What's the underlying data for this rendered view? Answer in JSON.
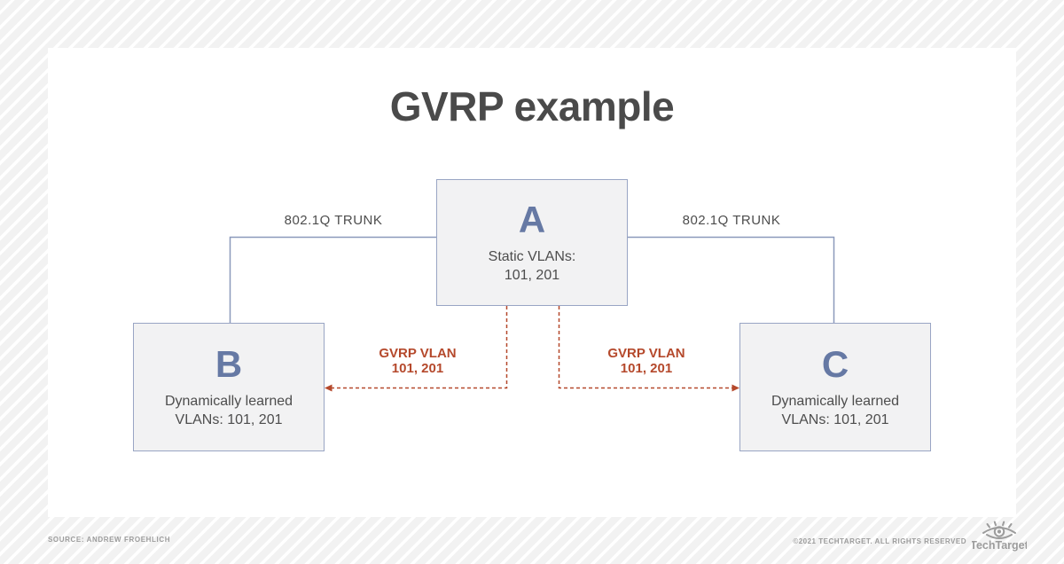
{
  "title": "GVRP example",
  "nodes": {
    "a": {
      "letter": "A",
      "description": "Static VLANs:\n101, 201"
    },
    "b": {
      "letter": "B",
      "description": "Dynamically learned\nVLANs: 101, 201"
    },
    "c": {
      "letter": "C",
      "description": "Dynamically learned\nVLANs: 101, 201"
    }
  },
  "links": {
    "trunk_left": "802.1Q TRUNK",
    "trunk_right": "802.1Q TRUNK",
    "gvrp_left": "GVRP VLAN\n101, 201",
    "gvrp_right": "GVRP VLAN\n101, 201"
  },
  "footer": {
    "source": "SOURCE: ANDREW FROEHLICH",
    "copyright": "©2021 TECHTARGET. ALL RIGHTS RESERVED",
    "brand": "TechTarget"
  },
  "colors": {
    "bg-stripe-gray": "#f2f2f2",
    "panel": "#ffffff",
    "title-gray": "#4a4a4a",
    "text-gray": "#4d4d4d",
    "node-letter-blue": "#6679a4",
    "node-border-blue": "#99a5c4",
    "node-fill": "#f2f2f3",
    "line-blue": "#8b99bb",
    "accent-red": "#b5492c",
    "footer-gray": "#9c9c9c"
  }
}
